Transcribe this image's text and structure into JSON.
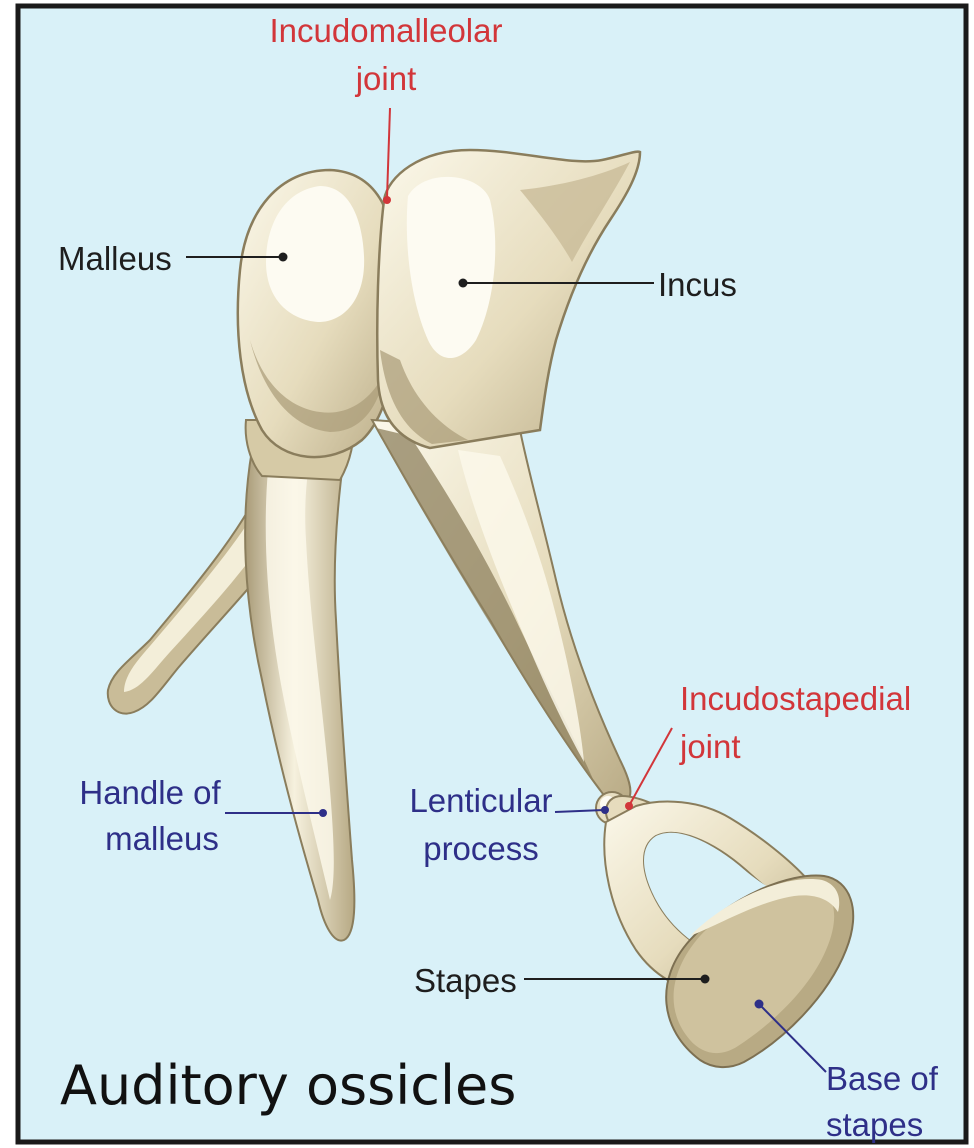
{
  "title": "Auditory ossicles",
  "colors": {
    "background": "#d9f1f8",
    "frame": "#1a1a1a",
    "bone_light": "#f6f1de",
    "bone_mid": "#d8ccaa",
    "bone_shadow": "#a99b78",
    "bone_dark": "#8a7d5c",
    "label_dark": "#1e1e1e",
    "label_red": "#d2363a",
    "label_blue": "#2e2f88"
  },
  "labels": {
    "incudomalleolar_joint": [
      "Incudomalleolar",
      "joint"
    ],
    "malleus": "Malleus",
    "incus": "Incus",
    "incudostapedial_joint": [
      "Incudostapedial",
      "joint"
    ],
    "handle_of_malleus": [
      "Handle of",
      "malleus"
    ],
    "lenticular_process": [
      "Lenticular",
      "process"
    ],
    "stapes": "Stapes",
    "base_of_stapes": [
      "Base of",
      "stapes"
    ]
  }
}
